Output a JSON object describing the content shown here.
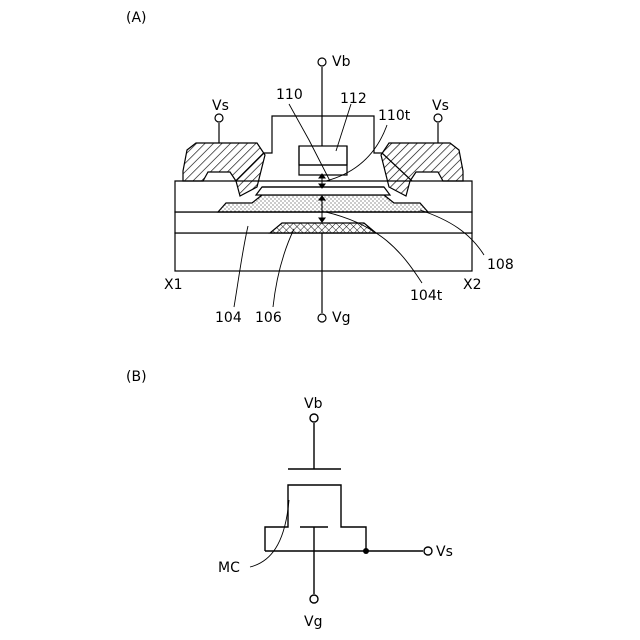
{
  "panel_a": {
    "label": "(A)",
    "terminals": {
      "top": "Vb",
      "bottom": "Vg",
      "left": "Vs",
      "right": "Vs"
    },
    "refs": {
      "r110": "110",
      "r112": "112",
      "r110t": "110t",
      "r108": "108",
      "r104": "104",
      "r106": "106",
      "r104t": "104t"
    },
    "ends": {
      "left": "X1",
      "right": "X2"
    }
  },
  "panel_b": {
    "label": "(B)",
    "terminals": {
      "top": "Vb",
      "bottom": "Vg",
      "right": "Vs"
    },
    "element": "MC"
  }
}
